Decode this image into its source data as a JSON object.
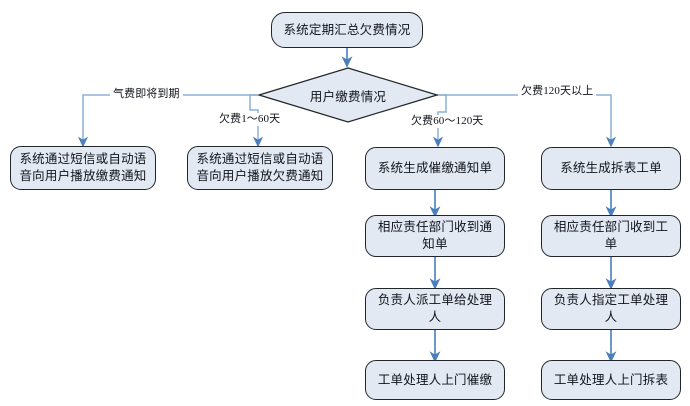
{
  "diagram": {
    "type": "flowchart",
    "title_node": {
      "id": "start",
      "label": "系统定期汇总欠费情况"
    },
    "decision": {
      "id": "decision",
      "label": "用户缴费情况"
    },
    "branch_labels": [
      {
        "id": "branch-1",
        "label": "气费即将到期"
      },
      {
        "id": "branch-2",
        "label": "欠费1～60天"
      },
      {
        "id": "branch-3",
        "label": "欠费60～120天"
      },
      {
        "id": "branch-4",
        "label": "欠费120天以上"
      }
    ],
    "columns": [
      {
        "id": "column-1",
        "steps": [
          {
            "id": "c1-s1",
            "label": "系统通过短信或自动语音向用户播放缴费通知"
          }
        ]
      },
      {
        "id": "column-2",
        "steps": [
          {
            "id": "c2-s1",
            "label": "系统通过短信或自动语音向用户播放欠费通知"
          }
        ]
      },
      {
        "id": "column-3",
        "steps": [
          {
            "id": "c3-s1",
            "label": "系统生成催缴通知单"
          },
          {
            "id": "c3-s2",
            "label": "相应责任部门收到通知单"
          },
          {
            "id": "c3-s3",
            "label": "负责人派工单给处理人"
          },
          {
            "id": "c3-s4",
            "label": "工单处理人上门催缴"
          }
        ]
      },
      {
        "id": "column-4",
        "steps": [
          {
            "id": "c4-s1",
            "label": "系统生成拆表工单"
          },
          {
            "id": "c4-s2",
            "label": "相应责任部门收到工单"
          },
          {
            "id": "c4-s3",
            "label": "负责人指定工单处理人"
          },
          {
            "id": "c4-s4",
            "label": "工单处理人上门拆表"
          }
        ]
      }
    ],
    "colors": {
      "node_fill": "#e3e9f3",
      "node_border": "#22262b",
      "connector": "#4a7ebc",
      "text": "#10131a",
      "background": "#ffffff"
    }
  }
}
